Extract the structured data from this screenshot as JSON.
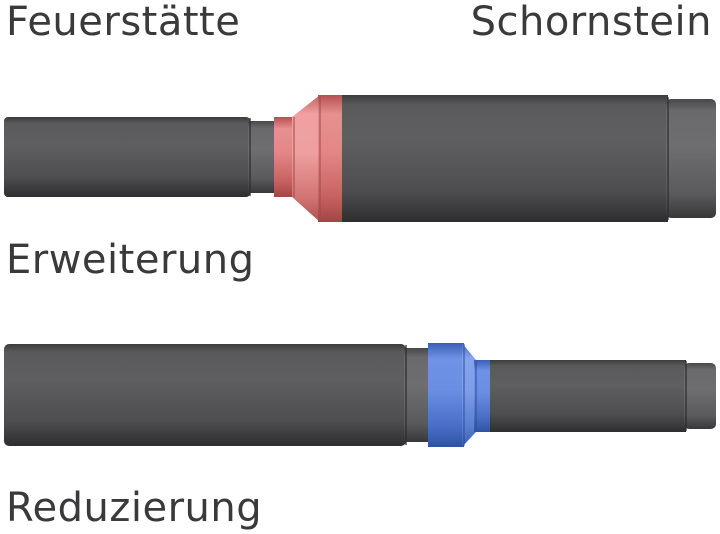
{
  "labels": {
    "fireplace": "Feuerstätte",
    "chimney": "Schornstein",
    "expansion": "Erweiterung",
    "reduction": "Reduzierung"
  },
  "colors": {
    "pipe": "#505052",
    "expansion_fitting": "#d97575",
    "reduction_fitting": "#5577cc",
    "text": "#3a3a3c",
    "background": "#ffffff"
  }
}
